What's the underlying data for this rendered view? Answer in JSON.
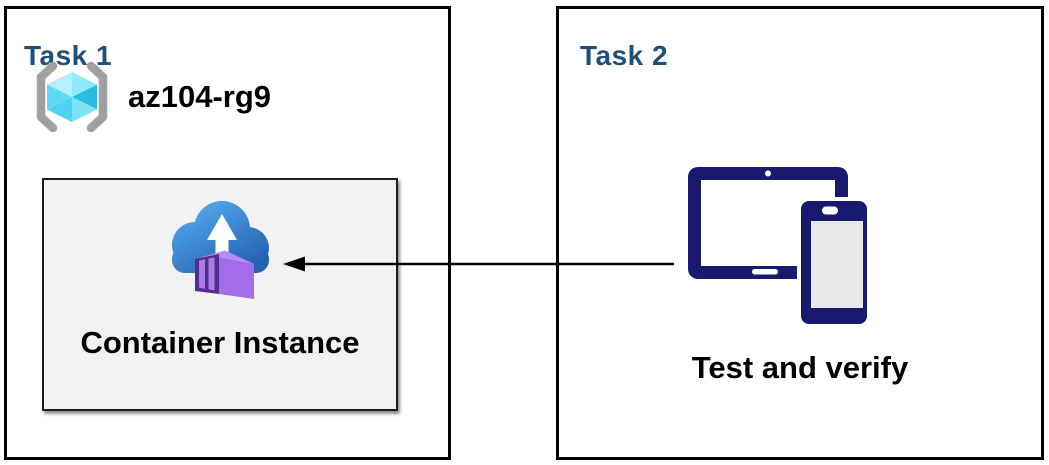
{
  "task1": {
    "title": "Task 1",
    "resource_group": {
      "name": "az104-rg9",
      "icon": "resource-group"
    },
    "container_box": {
      "label": "Container Instance",
      "icon": "container-instance"
    }
  },
  "task2": {
    "title": "Task 2",
    "caption": "Test and verify",
    "icon": "tablet-and-phone"
  },
  "connector": {
    "type": "arrow",
    "from": "task2-devices",
    "to": "container-instance-box",
    "direction": "right-to-left"
  },
  "colors": {
    "title_blue": "#1F4E79",
    "text_black": "#000000",
    "panel_border": "#000000",
    "box_bg": "#F2F2F2",
    "box_border": "#1A1A1A",
    "arrow_black": "#000000",
    "device_navy": "#191970",
    "screen_gray": "#E8E8E8",
    "bracket_gray": "#A0A0A0",
    "cube_c1": "#B5F0FD",
    "cube_c2": "#8FEAFB",
    "cube_c3": "#2ABDE4",
    "cube_c4": "#7CE4F9",
    "cube_c5": "#4DD3F1",
    "cube_c6": "#5ED9F5",
    "cloud_top": "#55A7EE",
    "cloud_bottom": "#2262B0",
    "ctr_side": "#A56CEA",
    "ctr_top": "#B88DF3",
    "ctr_dark": "#542D91",
    "ctr_panel": "#A97CE6"
  }
}
